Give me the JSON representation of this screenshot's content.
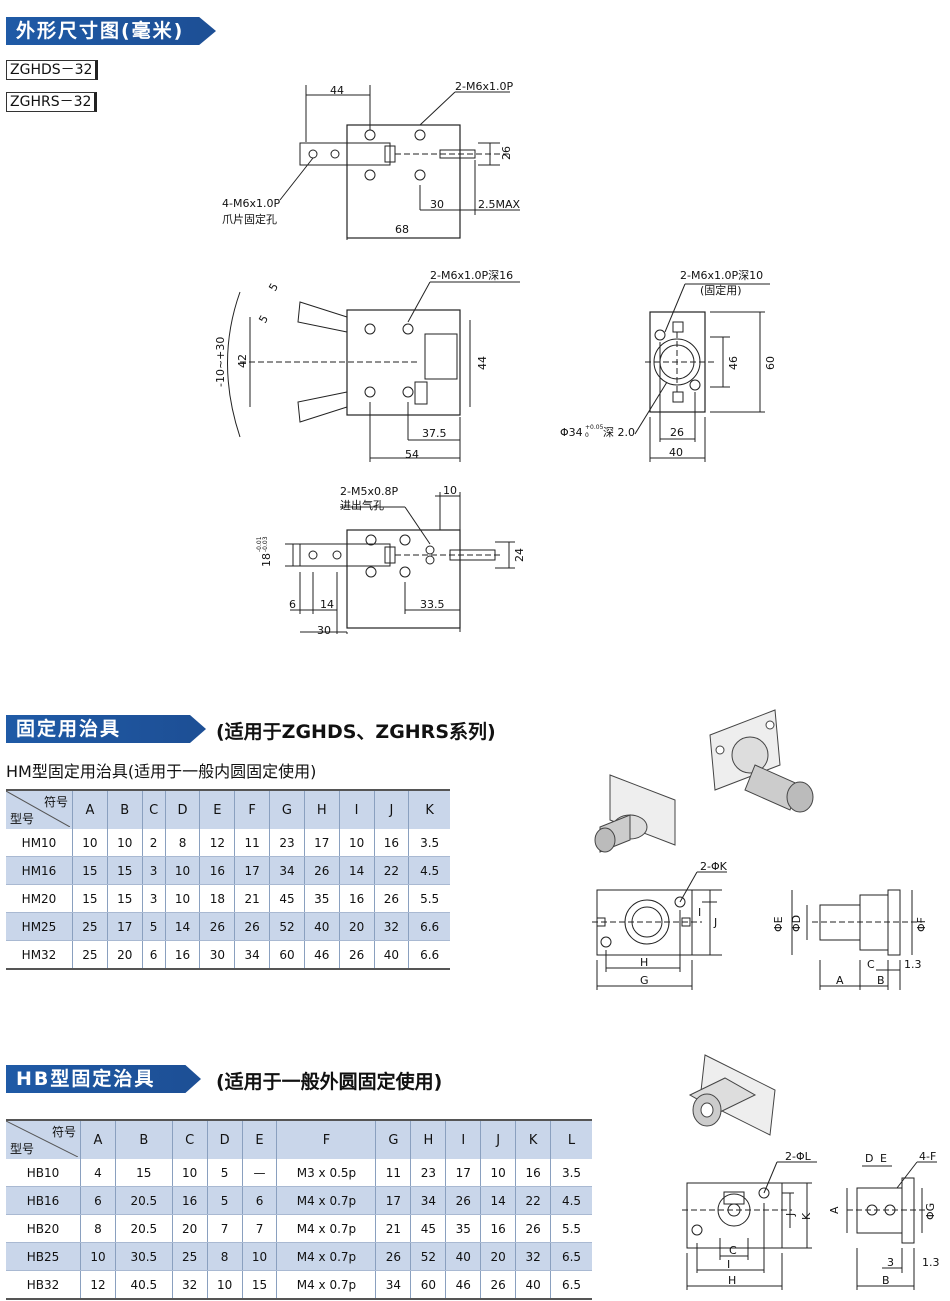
{
  "section1": {
    "title": "外形尺寸图(毫米)",
    "models": [
      "ZGHDS－32",
      "ZGHRS－32"
    ]
  },
  "drawing1": {
    "dims": {
      "d44": "44",
      "d26": "26",
      "d30": "30",
      "max": "2.5MAX",
      "d68": "68"
    },
    "notes": {
      "top": "2-M6x1.0P",
      "left1": "4-M6x1.0P",
      "left2": "爪片固定孔"
    }
  },
  "drawing2": {
    "dims": {
      "d5a": "5",
      "d5b": "5",
      "range": "-10~+30",
      "d42": "42",
      "d44": "44",
      "d375": "37.5",
      "d54": "54"
    },
    "notes": {
      "top": "2-M6x1.0P深16"
    }
  },
  "drawing3": {
    "dims": {
      "d46": "46",
      "d60": "60",
      "d26": "26",
      "d40": "40",
      "phi": "Φ34",
      "phi_tol_up": "+0.05",
      "phi_tol_dn": "0",
      "depth": "深 2.0"
    },
    "notes": {
      "top1": "2-M6x1.0P深10",
      "top2": "(固定用)"
    }
  },
  "drawing4": {
    "dims": {
      "d10": "10",
      "d18": "18",
      "d18_up": "-0.01",
      "d18_dn": "-0.03",
      "d24": "24",
      "d6": "6",
      "d14": "14",
      "d335": "33.5",
      "d30": "30"
    },
    "notes": {
      "top1": "2-M5x0.8P",
      "top2": "进出气孔"
    }
  },
  "section2": {
    "title": "固定用治具",
    "suffix": "(适用于ZGHDS、ZGHRS系列)",
    "subtitle": "HM型固定用治具(适用于一般内圆固定使用)"
  },
  "hm_table": {
    "corner_top": "符号",
    "corner_bottom": "型号",
    "columns": [
      "A",
      "B",
      "C",
      "D",
      "E",
      "F",
      "G",
      "H",
      "I",
      "J",
      "K"
    ],
    "rows": [
      {
        "model": "HM10",
        "values": [
          "10",
          "10",
          "2",
          "8",
          "12",
          "11",
          "23",
          "17",
          "10",
          "16",
          "3.5"
        ]
      },
      {
        "model": "HM16",
        "values": [
          "15",
          "15",
          "3",
          "10",
          "16",
          "17",
          "34",
          "26",
          "14",
          "22",
          "4.5"
        ]
      },
      {
        "model": "HM20",
        "values": [
          "15",
          "15",
          "3",
          "10",
          "18",
          "21",
          "45",
          "35",
          "16",
          "26",
          "5.5"
        ]
      },
      {
        "model": "HM25",
        "values": [
          "25",
          "17",
          "5",
          "14",
          "26",
          "26",
          "52",
          "40",
          "20",
          "32",
          "6.6"
        ]
      },
      {
        "model": "HM32",
        "values": [
          "25",
          "20",
          "6",
          "16",
          "30",
          "34",
          "60",
          "46",
          "26",
          "40",
          "6.6"
        ]
      }
    ]
  },
  "hm_drawing": {
    "labels": {
      "k": "2-ΦK",
      "I": "I",
      "J": "J",
      "H": "H",
      "G": "G",
      "E": "ΦE",
      "D": "ΦD",
      "F": "ΦF",
      "C": "C",
      "c13": "1.3",
      "A": "A",
      "B": "B"
    }
  },
  "section3": {
    "title": "HB型固定治具",
    "suffix": "(适用于一般外圆固定使用)"
  },
  "hb_table": {
    "corner_top": "符号",
    "corner_bottom": "型号",
    "columns": [
      "A",
      "B",
      "C",
      "D",
      "E",
      "F",
      "G",
      "H",
      "I",
      "J",
      "K",
      "L"
    ],
    "rows": [
      {
        "model": "HB10",
        "values": [
          "4",
          "15",
          "10",
          "5",
          "—",
          "M3 x 0.5p",
          "11",
          "23",
          "17",
          "10",
          "16",
          "3.5"
        ]
      },
      {
        "model": "HB16",
        "values": [
          "6",
          "20.5",
          "16",
          "5",
          "6",
          "M4 x 0.7p",
          "17",
          "34",
          "26",
          "14",
          "22",
          "4.5"
        ]
      },
      {
        "model": "HB20",
        "values": [
          "8",
          "20.5",
          "20",
          "7",
          "7",
          "M4 x 0.7p",
          "21",
          "45",
          "35",
          "16",
          "26",
          "5.5"
        ]
      },
      {
        "model": "HB25",
        "values": [
          "10",
          "30.5",
          "25",
          "8",
          "10",
          "M4 x 0.7p",
          "26",
          "52",
          "40",
          "20",
          "32",
          "6.5"
        ]
      },
      {
        "model": "HB32",
        "values": [
          "12",
          "40.5",
          "32",
          "10",
          "15",
          "M4 x 0.7p",
          "34",
          "60",
          "46",
          "26",
          "40",
          "6.5"
        ]
      }
    ]
  },
  "hb_drawing": {
    "labels": {
      "l": "2-ΦL",
      "J": "J",
      "K": "K",
      "C": "C",
      "I": "I",
      "H": "H",
      "D": "D",
      "E": "E",
      "f4": "4-F",
      "A": "A",
      "G": "ΦG",
      "d3": "3",
      "c13": "1.3",
      "B": "B"
    }
  }
}
